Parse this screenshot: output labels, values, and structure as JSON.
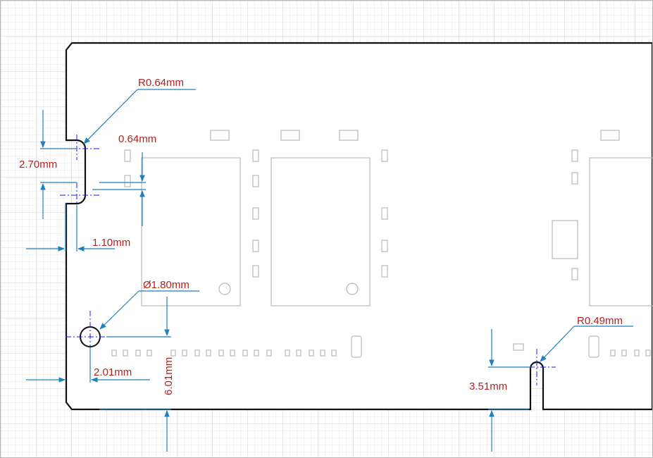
{
  "drawing": {
    "grid_fine_color": "#fbe3cf",
    "grid_major_color": "#f6c9a2",
    "outline_color": "#111111",
    "component_color": "#b9b9b9",
    "dimension_color": "#1f7fbf",
    "centerline_color": "#1a1aff",
    "text_color": "#b22222"
  },
  "dimensions": {
    "notch_radius": "R0.64mm",
    "notch_height": "2.70mm",
    "notch_depth_offset": "0.64mm",
    "notch_width": "1.10mm",
    "hole_diameter": "Ø1.80mm",
    "hole_x_offset": "2.01mm",
    "hole_y_offset": "6.01mm",
    "slot_radius": "R0.49mm",
    "slot_depth": "3.51mm"
  }
}
